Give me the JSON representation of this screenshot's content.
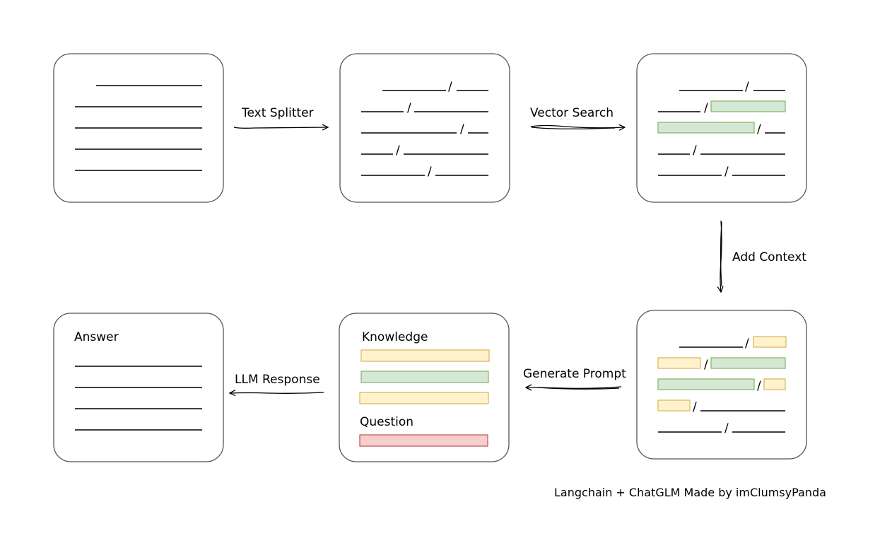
{
  "edges": {
    "text_splitter": "Text Splitter",
    "vector_search": "Vector Search",
    "add_context": "Add Context",
    "generate_prompt": "Generate Prompt",
    "llm_response": "LLM Response"
  },
  "cards": {
    "answer_title": "Answer",
    "knowledge_title": "Knowledge",
    "question_title": "Question"
  },
  "footer": "Langchain + ChatGLM Made by imClumsyPanda",
  "colors": {
    "green_fill": "#d5e8d4",
    "green_stroke": "#82b366",
    "yellow_fill": "#fff2cc",
    "yellow_stroke": "#d6b656",
    "red_fill": "#f8cecc",
    "red_stroke": "#b85450"
  },
  "slash_char": "/"
}
